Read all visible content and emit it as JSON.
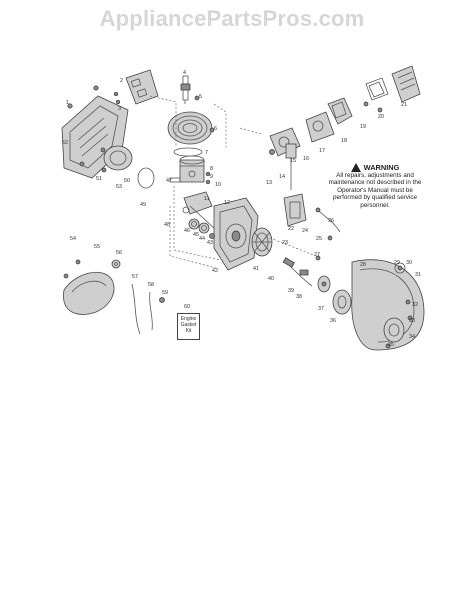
{
  "watermark": "AppliancePartsPros.com",
  "warning": {
    "title": "WARNING",
    "text": "All repairs, adjustments and maintenance not described in the Operator's Manual must be performed by qualified service personnel."
  },
  "kit_label": "Engine Gasket Kit",
  "part_labels": {
    "p1": "1",
    "p2": "2",
    "p3": "3",
    "p4": "4",
    "p5": "5",
    "p6": "6",
    "p7": "7",
    "p8": "8",
    "p9": "9",
    "p10": "10",
    "p11": "11",
    "p12": "12",
    "p13": "13",
    "p14": "14",
    "p15": "15",
    "p16": "16",
    "p17": "17",
    "p18": "18",
    "p19": "19",
    "p20": "20",
    "p21": "21",
    "p22": "22",
    "p23": "23",
    "p24": "24",
    "p25": "25",
    "p26": "26",
    "p27": "27",
    "p28": "28",
    "p29": "29",
    "p30": "30",
    "p31": "31",
    "p32": "32",
    "p33": "33",
    "p34": "34",
    "p35": "35",
    "p36": "36",
    "p37": "37",
    "p38": "38",
    "p39": "39",
    "p40": "40",
    "p41": "41",
    "p42": "42",
    "p43": "43",
    "p44": "44",
    "p45": "45",
    "p46": "46",
    "p47": "47",
    "p48": "48",
    "p49": "49",
    "p50": "50",
    "p51": "51",
    "p52": "52",
    "p53": "53",
    "p54": "54",
    "p55": "55",
    "p56": "56",
    "p57": "57",
    "p58": "58",
    "p59": "59",
    "p60": "60"
  }
}
